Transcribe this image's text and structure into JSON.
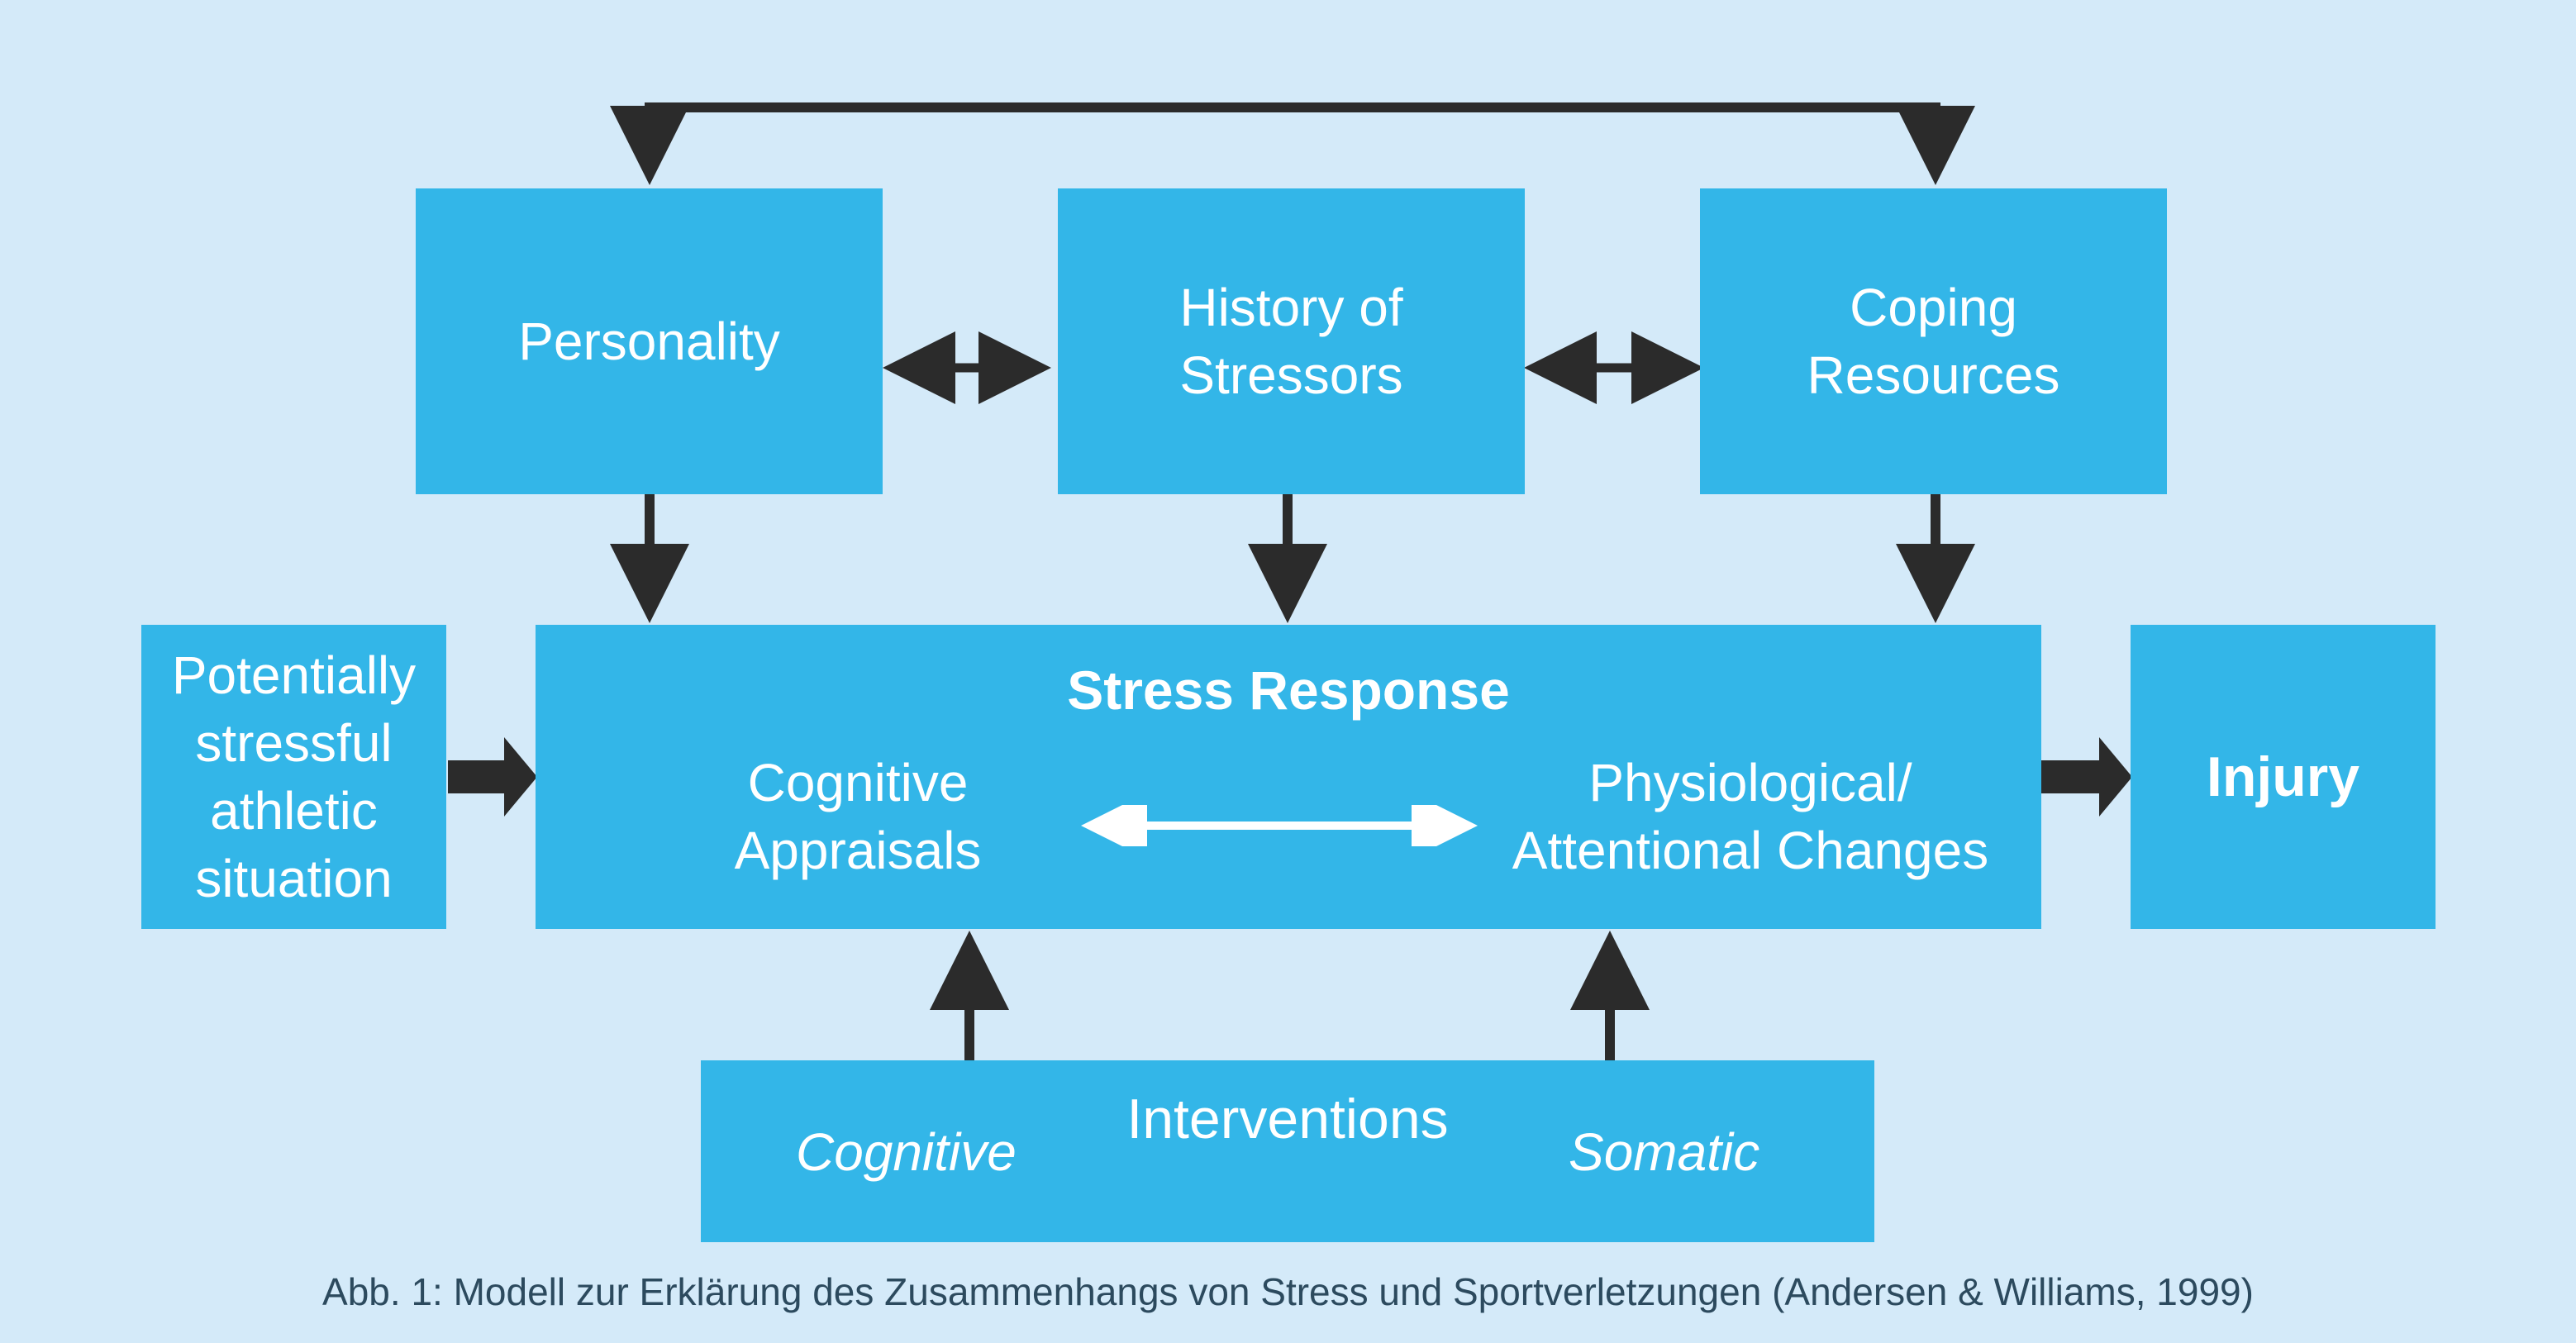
{
  "boxes": {
    "personality": "Personality",
    "history_line1": "History of",
    "history_line2": "Stressors",
    "coping_line1": "Coping",
    "coping_line2": "Resources",
    "situation_line1": "Potentially",
    "situation_line2": "stressful",
    "situation_line3": "athletic",
    "situation_line4": "situation",
    "stress_title": "Stress Response",
    "cognitive_line1": "Cognitive",
    "cognitive_line2": "Appraisals",
    "physio_line1": "Physiological/",
    "physio_line2": "Attentional Changes",
    "injury": "Injury",
    "interventions": "Interventions",
    "interventions_cognitive": "Cognitive",
    "interventions_somatic": "Somatic"
  },
  "caption": "Abb. 1: Modell zur Erklärung des Zusammenhangs von Stress und Sportverletzungen (Andersen & Williams, 1999)",
  "colors": {
    "background": "#d4eaf9",
    "box": "#33b6e8",
    "arrow": "#2b2b2b",
    "inner_arrow": "#ffffff"
  }
}
